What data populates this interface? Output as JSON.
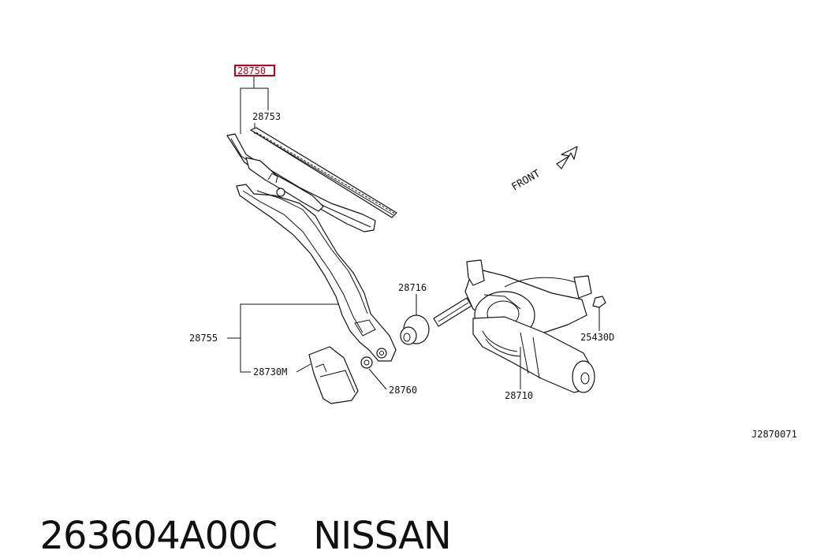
{
  "diagram": {
    "callouts": {
      "p28750": "28750",
      "p28753": "28753",
      "p28755": "28755",
      "p28730M": "28730M",
      "p28760": "28760",
      "p28716": "28716",
      "p28710": "28710",
      "p25430D": "25430D"
    },
    "direction_label": "FRONT",
    "diagram_code": "J2870071",
    "highlight_color": "#c00018"
  },
  "footer": {
    "part_number": "263604A00C",
    "brand": "NISSAN"
  }
}
